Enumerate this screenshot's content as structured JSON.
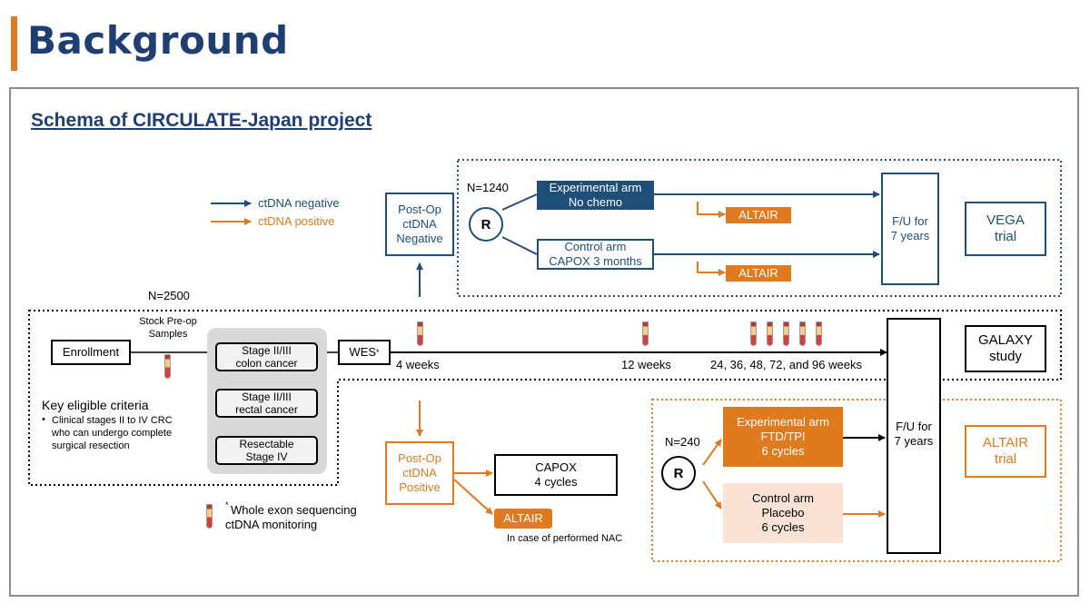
{
  "header": {
    "title": "Background"
  },
  "subtitle": "Schema of CIRCULATE-Japan project",
  "legend": {
    "negative": "ctDNA negative",
    "positive": "ctDNA positive",
    "negative_color": "#1f4e79",
    "positive_color": "#e07a1f"
  },
  "galaxy": {
    "n": "N=2500",
    "enrollment": "Enrollment",
    "stock_line1": "Stock Pre-op",
    "stock_line2": "Samples",
    "stages": [
      "Stage II/III\ncolon cancer",
      "Stage II/III\nrectal cancer",
      "Resectable\nStage IV"
    ],
    "wes": "WES",
    "wes_mark": "*",
    "timepoints": [
      "4 weeks",
      "12 weeks",
      "24, 36, 48, 72, and 96 weeks"
    ],
    "study": "GALAXY\nstudy"
  },
  "criteria": {
    "heading": "Key eligible criteria",
    "bullet": "Clinical stages II to IV CRC\nwho can undergo complete\nsurgical resection"
  },
  "footnote": {
    "mark": "*",
    "line1": "Whole exon sequencing",
    "line2": "ctDNA monitoring"
  },
  "vega": {
    "postop": "Post-Op\nctDNA\nNegative",
    "n": "N=1240",
    "r": "R",
    "experimental": "Experimental arm\nNo chemo",
    "control": "Control arm\nCAPOX 3 months",
    "altair": "ALTAIR",
    "fu": "F/U for\n7 years",
    "trial": "VEGA\ntrial"
  },
  "positive": {
    "postop": "Post-Op\nctDNA\nPositive",
    "capox": "CAPOX\n4 cycles",
    "altair": "ALTAIR",
    "nac_note": "In case of performed NAC"
  },
  "altair_trial": {
    "n": "N=240",
    "r": "R",
    "experimental": "Experimental arm\nFTD/TPI\n6 cycles",
    "control": "Control arm\nPlacebo\n6 cycles",
    "fu": "F/U for\n7 years",
    "trial": "ALTAIR\ntrial"
  }
}
